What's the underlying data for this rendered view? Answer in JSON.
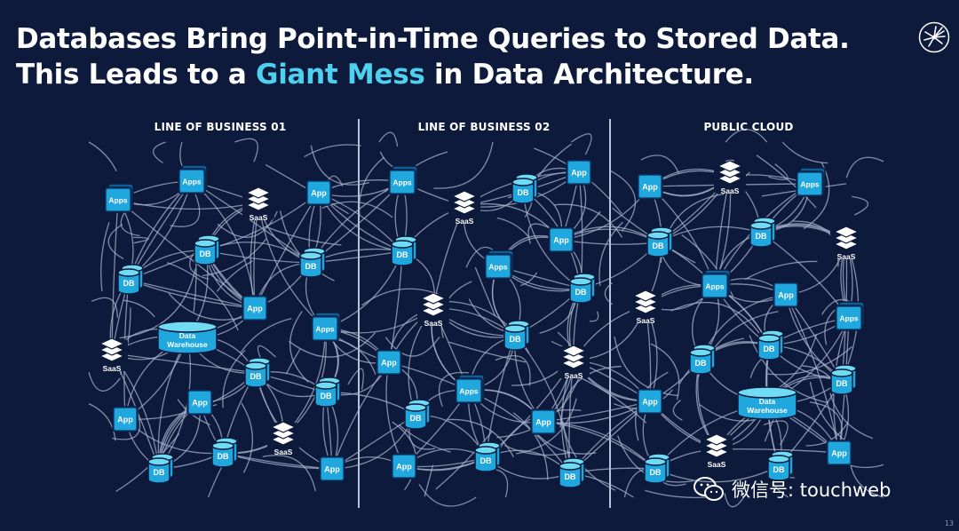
{
  "title": {
    "line1": "Databases Bring Point-in-Time Queries to Stored Data.",
    "line2_before": "This Leads to a ",
    "line2_accent": "Giant Mess",
    "line2_after": " in Data Architecture."
  },
  "sections": [
    "LINE OF BUSINESS 01",
    "LINE OF BUSINESS 02",
    "PUBLIC CLOUD"
  ],
  "node_labels": {
    "apps": "Apps",
    "app": "App",
    "db": "DB",
    "saas": "SaaS",
    "warehouse_line1": "Data",
    "warehouse_line2": "Warehouse"
  },
  "page_number": "13",
  "watermark": "微信号: touchweb",
  "colors": {
    "background": "#0d1a3c",
    "accent": "#4ed1ee",
    "node_fill": "#1fa7de",
    "node_dark": "#0d5f97",
    "line": "#a8b4cc"
  },
  "nodes": [
    {
      "type": "apps"
    },
    {
      "type": "apps"
    },
    {
      "type": "saas"
    },
    {
      "type": "app"
    },
    {
      "type": "db"
    },
    {
      "type": "db"
    },
    {
      "type": "db"
    },
    {
      "type": "app"
    },
    {
      "type": "warehouse"
    },
    {
      "type": "apps"
    },
    {
      "type": "saas"
    },
    {
      "type": "db"
    },
    {
      "type": "db"
    },
    {
      "type": "app"
    },
    {
      "type": "app"
    },
    {
      "type": "db"
    },
    {
      "type": "saas"
    },
    {
      "type": "db"
    },
    {
      "type": "app"
    },
    {
      "type": "apps"
    },
    {
      "type": "saas"
    },
    {
      "type": "db"
    },
    {
      "type": "app"
    },
    {
      "type": "app"
    },
    {
      "type": "db"
    },
    {
      "type": "apps"
    },
    {
      "type": "db"
    },
    {
      "type": "saas"
    },
    {
      "type": "db"
    },
    {
      "type": "app"
    },
    {
      "type": "saas"
    },
    {
      "type": "apps"
    },
    {
      "type": "db"
    },
    {
      "type": "app"
    },
    {
      "type": "app"
    },
    {
      "type": "db"
    },
    {
      "type": "db"
    },
    {
      "type": "app"
    },
    {
      "type": "saas"
    },
    {
      "type": "apps"
    },
    {
      "type": "db"
    },
    {
      "type": "db"
    },
    {
      "type": "saas"
    },
    {
      "type": "saas"
    },
    {
      "type": "apps"
    },
    {
      "type": "app"
    },
    {
      "type": "apps"
    },
    {
      "type": "db"
    },
    {
      "type": "db"
    },
    {
      "type": "db"
    },
    {
      "type": "app"
    },
    {
      "type": "warehouse"
    },
    {
      "type": "saas"
    },
    {
      "type": "db"
    },
    {
      "type": "db"
    },
    {
      "type": "app"
    }
  ]
}
